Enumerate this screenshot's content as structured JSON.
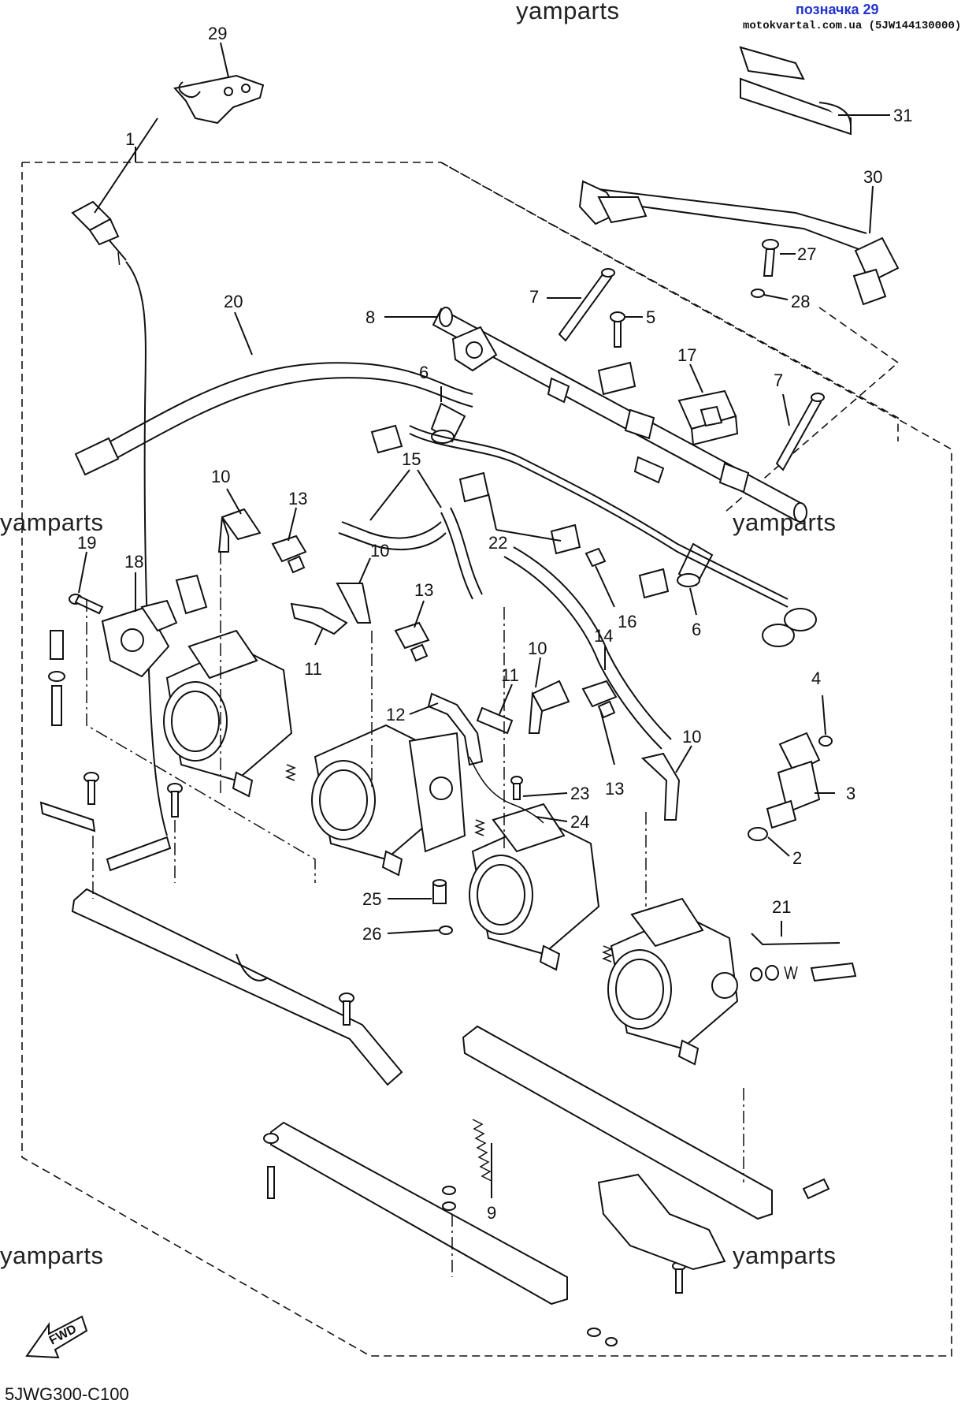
{
  "header": {
    "link_label": "позначка 29",
    "site": "motokvartal.com.ua (5JW144130000)"
  },
  "watermarks": [
    "yamparts",
    "yamparts",
    "yamparts",
    "yamparts",
    "yamparts"
  ],
  "fwd_label": "FWD",
  "diagram_code": "5JWG300-C100",
  "callouts": [
    "1",
    "2",
    "3",
    "4",
    "5",
    "6",
    "6",
    "7",
    "7",
    "8",
    "9",
    "10",
    "10",
    "10",
    "10",
    "11",
    "11",
    "12",
    "13",
    "13",
    "13",
    "14",
    "15",
    "16",
    "17",
    "18",
    "19",
    "20",
    "21",
    "22",
    "23",
    "24",
    "25",
    "26",
    "27",
    "28",
    "29",
    "30",
    "31"
  ]
}
